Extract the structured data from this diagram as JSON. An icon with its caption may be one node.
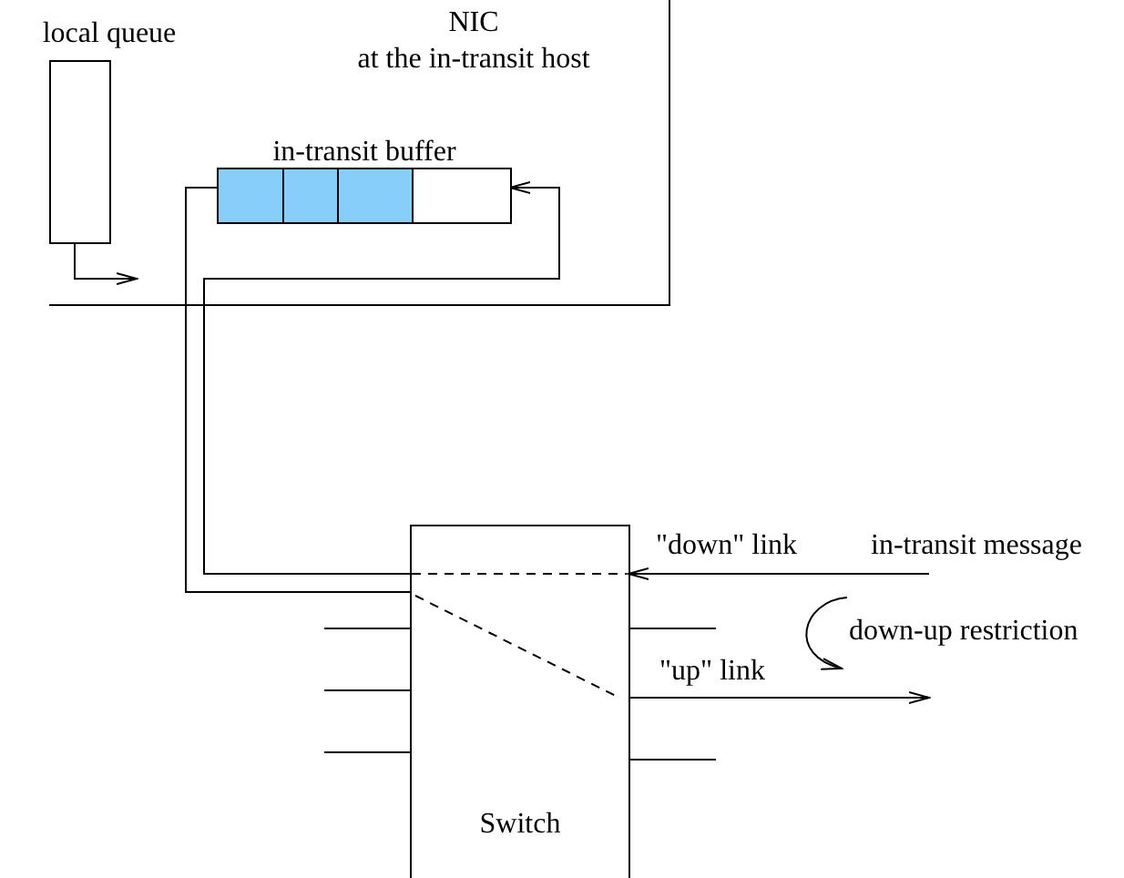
{
  "diagram": {
    "nodes": [
      {
        "text": [
          "NIC",
          "at the in-transit host"
        ]
      },
      {
        "text": [
          "local queue"
        ],
        "in": 0
      },
      {
        "text": [
          "in-transit buffer"
        ],
        "in": 0
      },
      {
        "text": [
          "Switch"
        ]
      },
      {
        "text": [
          "in-transit message"
        ]
      }
    ],
    "edges": [
      {
        "from": 1,
        "to": null,
        "arrow": "to"
      },
      {
        "from": 2,
        "to": 3,
        "arrow": "none"
      },
      {
        "from": 3,
        "to": 2,
        "arrow": "to"
      },
      {
        "from": 4,
        "to": 3,
        "arrow": "to",
        "label": "\"down\" link"
      },
      {
        "from": 3,
        "to": null,
        "arrow": "to",
        "label": "\"up\" link"
      }
    ],
    "labels": [
      "down-up restriction"
    ]
  }
}
